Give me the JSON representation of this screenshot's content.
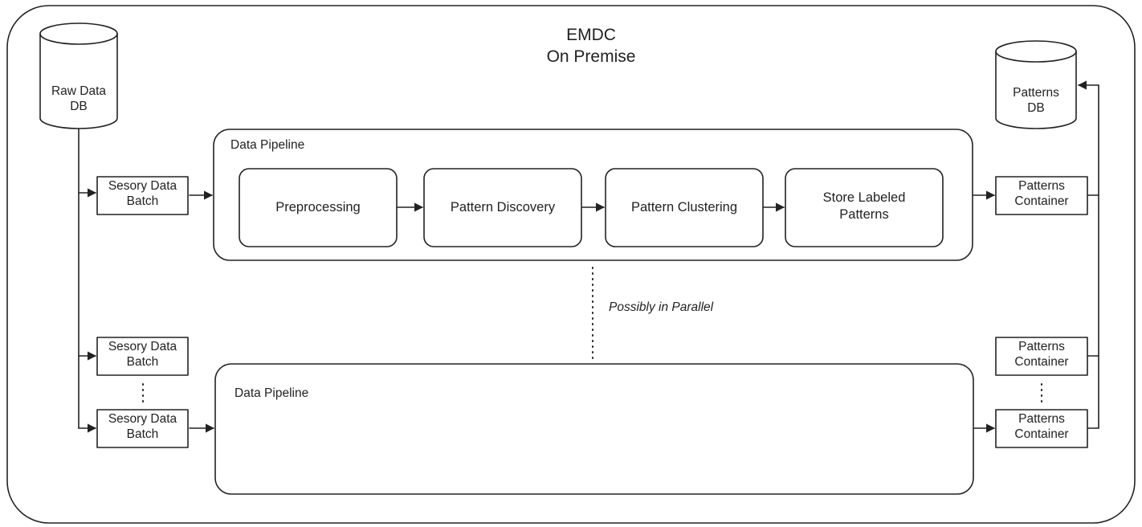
{
  "title": {
    "line1": "EMDC",
    "line2": "On Premise"
  },
  "raw_db": {
    "line1": "Raw Data",
    "line2": "DB"
  },
  "patterns_db": {
    "line1": "Patterns",
    "line2": "DB"
  },
  "pipeline_top": {
    "label": "Data Pipeline",
    "steps": [
      {
        "line1": "Preprocessing",
        "line2": ""
      },
      {
        "line1": "Pattern Discovery",
        "line2": ""
      },
      {
        "line1": "Pattern Clustering",
        "line2": ""
      },
      {
        "line1": "Store Labeled",
        "line2": "Patterns"
      }
    ]
  },
  "pipeline_bottom": {
    "label": "Data Pipeline"
  },
  "batch": {
    "line1": "Sesory Data",
    "line2": "Batch"
  },
  "container": {
    "line1": "Patterns",
    "line2": "Container"
  },
  "parallel_note": "Possibly in Parallel",
  "colors": {
    "stroke": "#222222",
    "background": "#ffffff"
  }
}
